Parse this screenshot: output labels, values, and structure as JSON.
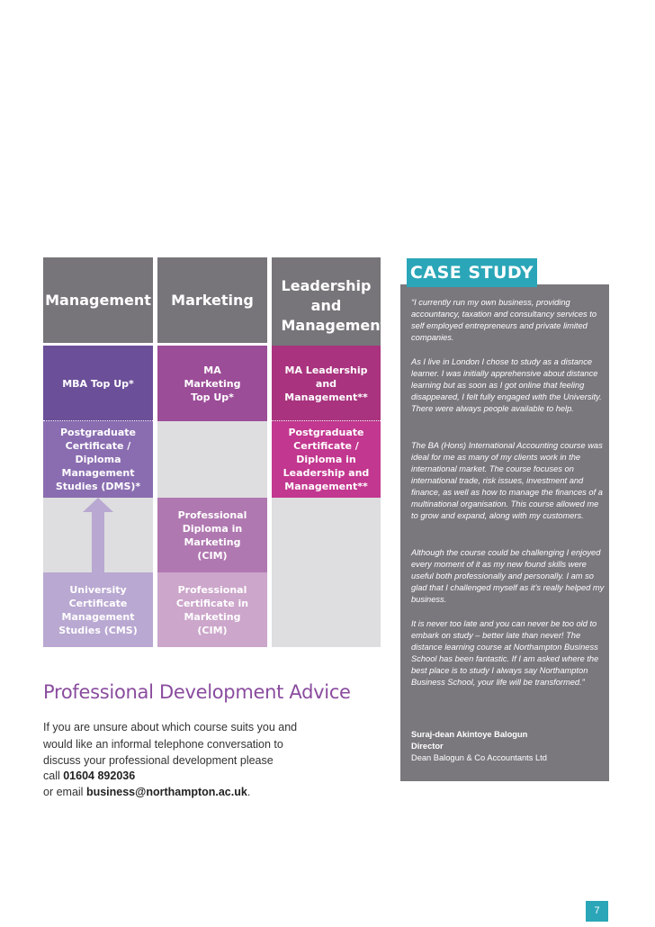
{
  "columns": {
    "management": "Management",
    "marketing": "Marketing",
    "leadership": "Leadership and Management"
  },
  "cells": {
    "mba_top_up": "MBA Top Up*",
    "pg_cert_dms": "Postgraduate Certificate / Diploma Management Studies (DMS)*",
    "uni_cert_cms": "University Certificate Management Studies (CMS)",
    "ma_marketing": "MA Marketing Top Up*",
    "prof_diploma_cim": "Professional Diploma in Marketing (CIM)",
    "prof_cert_cim": "Professional Certificate in Marketing (CIM)",
    "ma_leadership": "MA Leadership and Management**",
    "pg_cert_leadership": "Postgraduate Certificate / Diploma in Leadership and Management**"
  },
  "colors": {
    "header_grey": "#77757a",
    "purple_dark": "#6b4f98",
    "purple_mid": "#8a6db0",
    "purple_light": "#b9a8d1",
    "marketing_dark": "#9c4d98",
    "marketing_mid": "#b078b0",
    "marketing_light": "#cca6cb",
    "magenta_dark": "#a9337e",
    "magenta_mid": "#c2378f",
    "teal": "#2aa6b8",
    "case_panel": "#7a787d"
  },
  "case_study": {
    "title": "CASE STUDY",
    "p1": "“I currently run my own business, providing accountancy, taxation and consultancy services to self employed entrepreneurs and private limited companies.",
    "p2": "As I live in London I chose to study as a distance learner. I was initially apprehensive about distance learning but as soon as I got online that feeling disappeared, I felt fully engaged with the University. There were always people available to help.",
    "p3": "The BA (Hons) International Accounting course was ideal for me as many of my clients work in the international market.  The course focuses on international trade, risk issues, investment and finance, as well as how to manage the finances of a multinational organisation.  This course allowed me to grow and expand, along with my customers.",
    "p4": "Although the course could be challenging I enjoyed every moment of it as my new found skills were useful both professionally and personally. I am so glad that I challenged myself as it’s really helped my business.",
    "p5": "It is never too late and you can never be too old to embark on study – better late than never! The distance learning course at Northampton Business School has been fantastic.  If I am asked where the best place is to study I always say Northampton Business School, your life will be transformed.”",
    "name": "Suraj-dean Akintoye Balogun",
    "role": "Director",
    "company": "Dean Balogun & Co Accountants Ltd"
  },
  "advice": {
    "title": "Professional Development Advice",
    "line1": "If you are unsure about which course suits you and",
    "line2": "would like an informal telephone conversation to",
    "line3": "discuss your professional development please",
    "call_prefix": "call ",
    "phone": "01604 892036",
    "email_prefix": "or email ",
    "email": "business@northampton.ac.uk",
    "email_suffix": "."
  },
  "page_number": "7"
}
